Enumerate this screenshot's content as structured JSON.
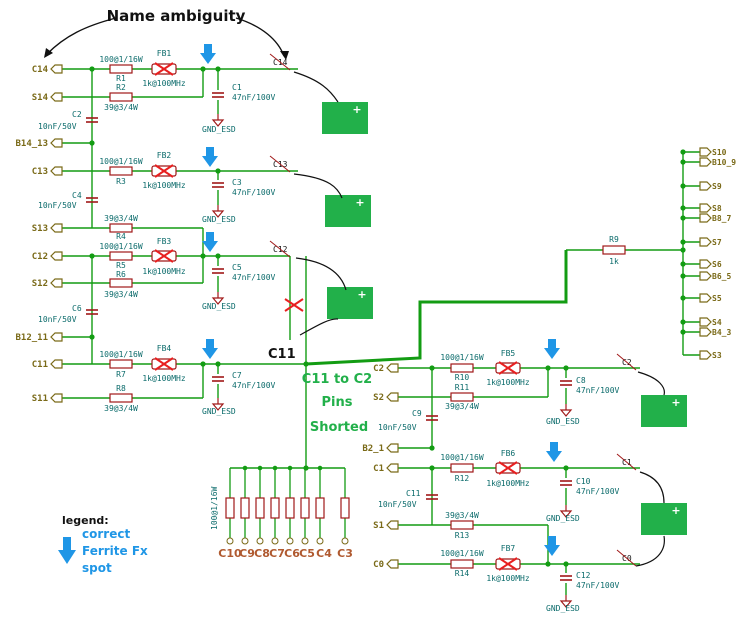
{
  "colors": {
    "wire": "#139c13",
    "part": "#a01818",
    "label_text": "#7a6a18",
    "net_text": "#0b6b6b",
    "annotation_green": "#22b04a",
    "arrow_blue": "#1f96e6",
    "cross_red": "#e82020",
    "connector_text": "#b05a30",
    "ink": "#111111"
  },
  "annotations": {
    "title": "Name ambiguity",
    "short_line1": "C11 to C2",
    "short_line2": "Pins",
    "short_line3": "Shorted",
    "net_c11": "C11",
    "legend_title": "legend:",
    "legend_line1": "correct",
    "legend_line2": "Ferrite Fx",
    "legend_line3": "spot"
  },
  "left_ports": {
    "c14": "C14",
    "s14": "S14",
    "b14_13": "B14_13",
    "c13": "C13",
    "s13": "S13",
    "c12": "C12",
    "s12": "S12",
    "b12_11": "B12_11",
    "c11": "C11",
    "s11": "S11"
  },
  "mid_ports": {
    "c2": "C2",
    "s2": "S2",
    "b2_1": "B2_1",
    "c1": "C1",
    "s1": "S1",
    "c0": "C0"
  },
  "right_ports": {
    "s10": "S10",
    "b10_9": "B10_9",
    "s9": "S9",
    "s8": "S8",
    "b8_7": "B8_7",
    "s7": "S7",
    "s6": "S6",
    "b6_5": "B6_5",
    "s5": "S5",
    "s4": "S4",
    "b4_3": "B4_3",
    "s3": "S3"
  },
  "net_tags": {
    "c14": "C14",
    "c13": "C13",
    "c12": "C12",
    "c2": "C2",
    "c1": "C1",
    "c0": "C0"
  },
  "parts": {
    "fb1": "FB1",
    "fb2": "FB2",
    "fb3": "FB3",
    "fb4": "FB4",
    "fb5": "FB5",
    "fb6": "FB6",
    "fb7": "FB7",
    "fb_val": "1k@100MHz",
    "r_100": "100@1/16W",
    "r_39": "39@3/4W",
    "r1": "R1",
    "r2": "R2",
    "r3": "R3",
    "r4": "R4",
    "r5": "R5",
    "r6": "R6",
    "r7": "R7",
    "r8": "R8",
    "r9": "R9",
    "r10": "R10",
    "r11": "R11",
    "r12": "R12",
    "r13": "R13",
    "r14": "R14",
    "r9_val": "1k",
    "cap_big": "47nF/100V",
    "cap_small": "10nF/50V",
    "c1": "C1",
    "c2": "C2",
    "c3": "C3",
    "c4": "C4",
    "c5": "C5",
    "c6": "C6",
    "c7": "C7",
    "c8": "C8",
    "c9": "C9",
    "c10": "C10",
    "c11": "C11",
    "c12": "C12",
    "gnd": "GND_ESD",
    "bank_val": "100@1/16W"
  },
  "bottom_connectors": [
    "C10",
    "C9",
    "C8",
    "C7",
    "C6",
    "C5",
    "C4",
    "C3"
  ]
}
